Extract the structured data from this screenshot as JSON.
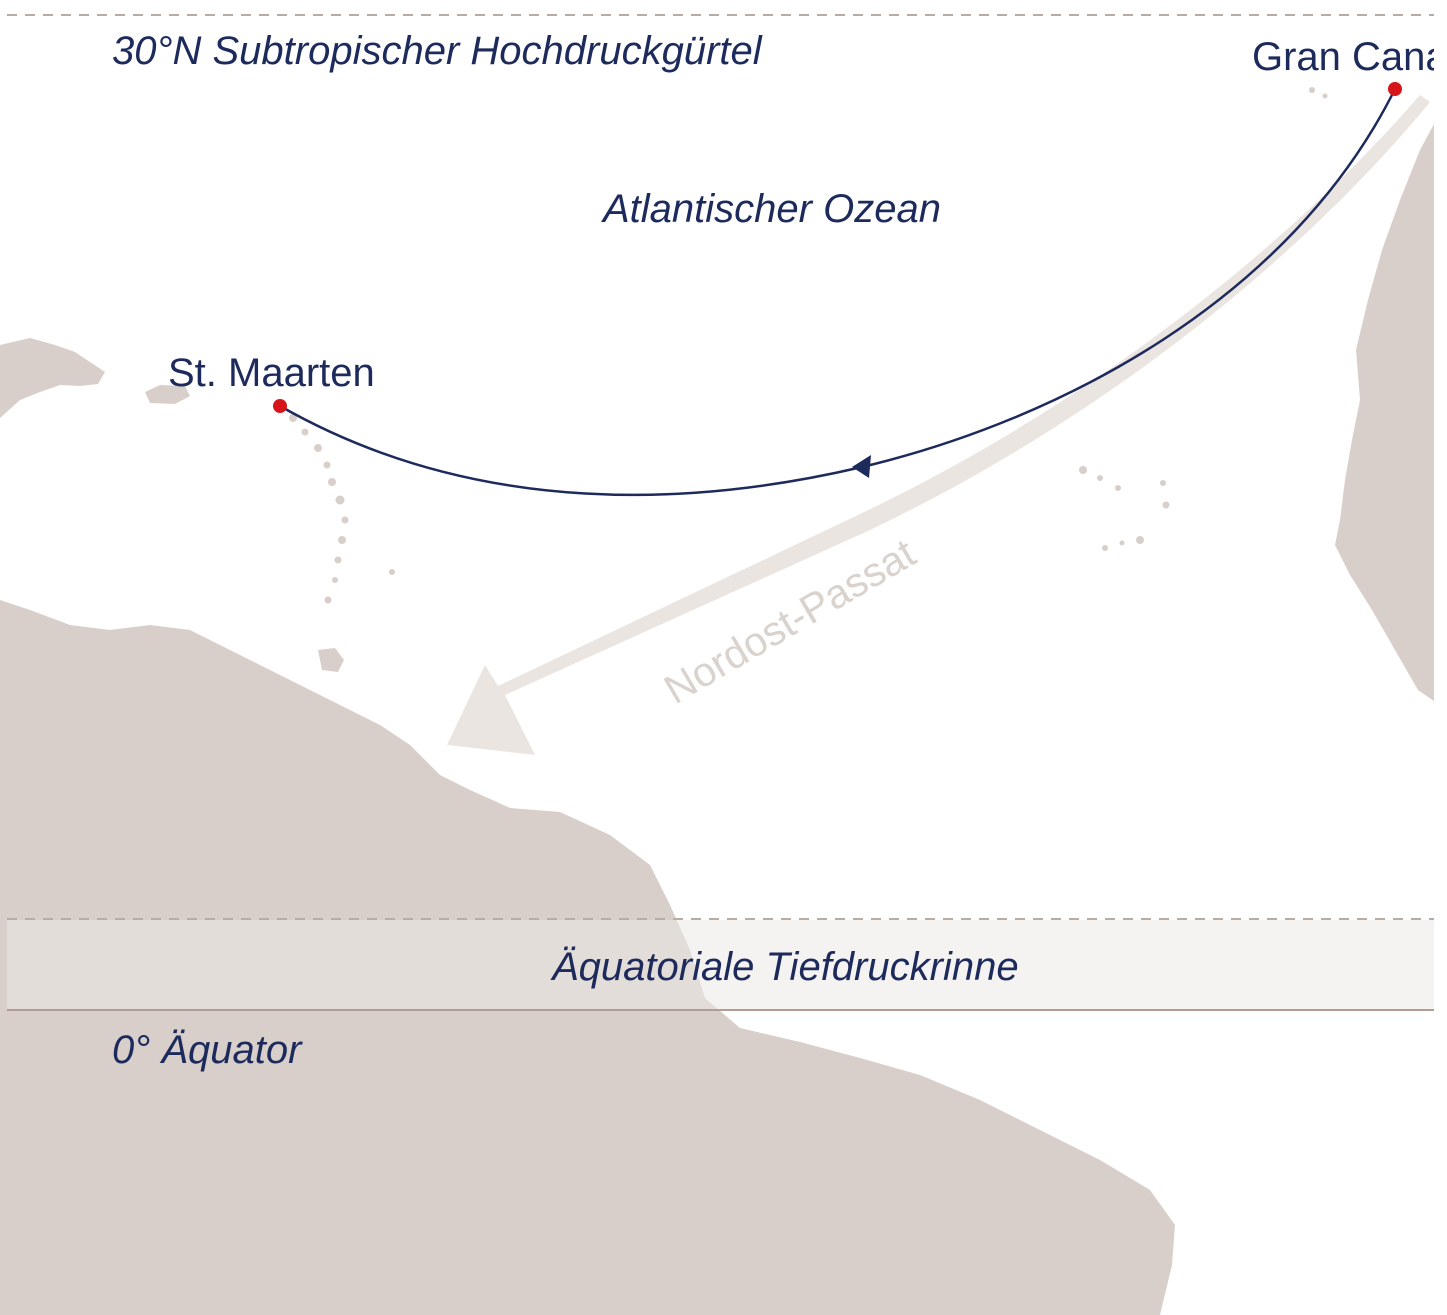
{
  "colors": {
    "land": "#d8cfca",
    "ocean": "#ffffff",
    "route": "#1d2a5c",
    "port_marker": "#d7141a",
    "trade_wind_arrow": "#ebe5e1",
    "itcz_band": "#ede9e6",
    "text": "#1d2a5c"
  },
  "labels": {
    "subtropical_high": "30°N  Subtropischer Hochdruckgürtel",
    "ocean": "Atlantischer Ozean",
    "itcz": "Äquatoriale Tiefdruckrinne",
    "equator": "0°  Äquator",
    "trade_wind": "Nordost-Passat"
  },
  "ports": {
    "origin": "Gran Canaria",
    "destination": "St. Maarten"
  },
  "route": {
    "direction": "westbound"
  },
  "trade_wind": {
    "direction": "southwest"
  }
}
